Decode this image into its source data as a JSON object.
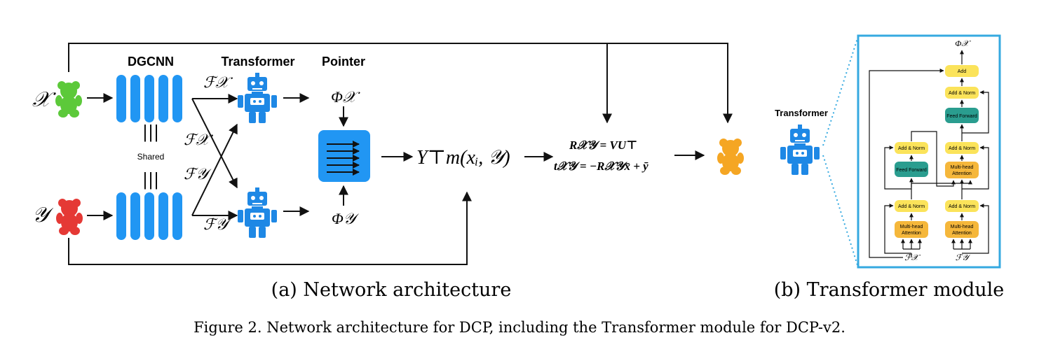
{
  "labels": {
    "dgcnn": "DGCNN",
    "transformer": "Transformer",
    "pointer": "Pointer",
    "shared": "Shared",
    "shared_bars": "|||",
    "transformer_b": "Transformer"
  },
  "math": {
    "X": "𝒳",
    "Y": "𝒴",
    "FX": "ℱ𝒳",
    "FY": "ℱ𝒴",
    "PhiX": "Φ𝒳",
    "PhiY": "Φ𝒴",
    "YTm": "Y⊤m(xᵢ, 𝒴)",
    "R_eq": "R𝒳𝒴 = VU⊤",
    "t_eq": "t𝒳𝒴 = −R𝒳𝒴x̄ + ȳ"
  },
  "module": {
    "phi_top": "Φ𝒳",
    "add": "Add",
    "add_norm": "Add & Norm",
    "feed_forward": "Feed Forward",
    "multi_head": "Multi-head",
    "attention": "Attention",
    "fx": "ℱ𝒳",
    "fy": "ℱ𝒴"
  },
  "captions": {
    "sub_a": "(a) Network architecture",
    "sub_b": "(b) Transformer module",
    "figure": "Figure 2. Network architecture for DCP, including the Transformer module for DCP-v2."
  },
  "colors": {
    "dgcnn_blue": "#2196f3",
    "robot_blue": "#1e88e5",
    "teddy_green": "#5cc93a",
    "teddy_red": "#e53935",
    "teddy_orange": "#f5a623",
    "module_border": "#35a9e0",
    "yellow_block": "#fbe35a",
    "orange_block": "#f5b73b",
    "teal_block": "#2a9d8f"
  }
}
